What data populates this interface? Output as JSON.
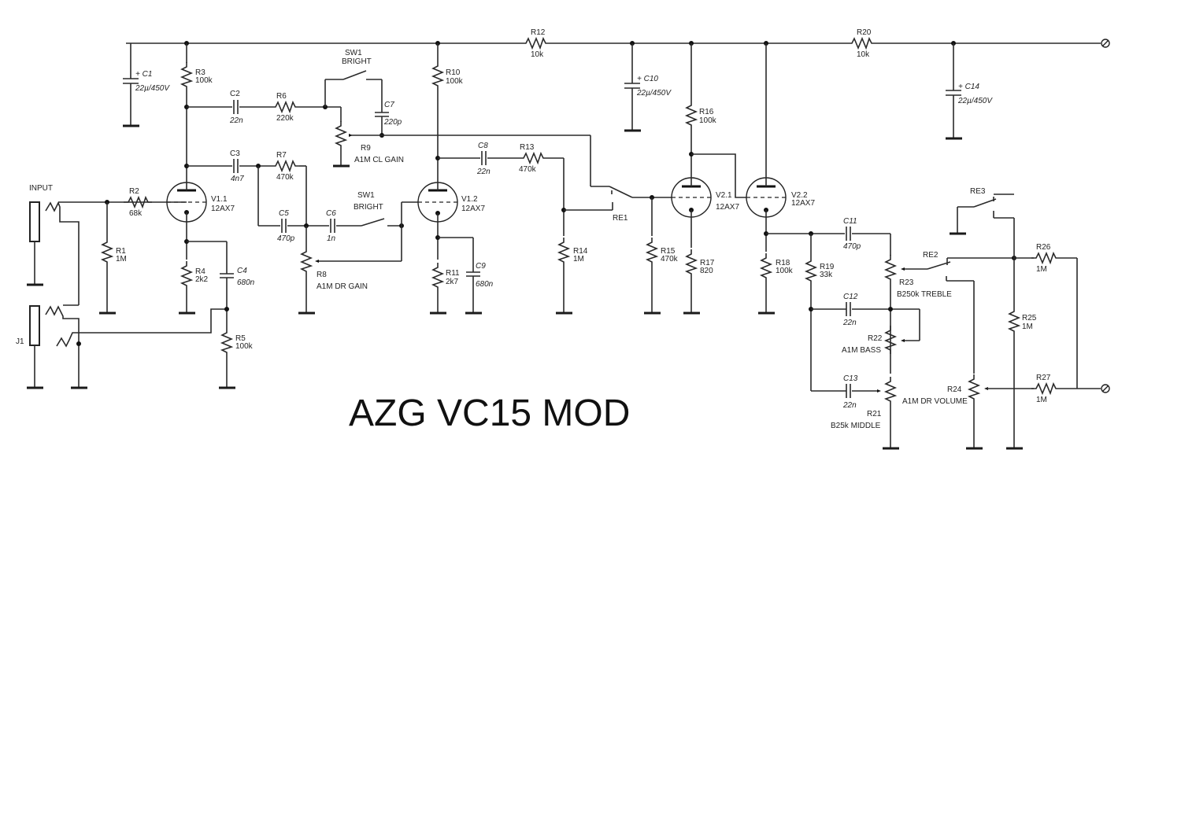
{
  "title": "AZG VC15 MOD",
  "labels": {
    "input": "INPUT",
    "j1": "J1",
    "c1": {
      "name": "C1",
      "value": "22µ/450V"
    },
    "c2": {
      "name": "C2",
      "value": "22n"
    },
    "c3": {
      "name": "C3",
      "value": "4n7"
    },
    "c4": {
      "name": "C4",
      "value": "680n"
    },
    "c5": {
      "name": "C5",
      "value": "470p"
    },
    "c6": {
      "name": "C6",
      "value": "1n"
    },
    "c7": {
      "name": "C7",
      "value": "220p"
    },
    "c8": {
      "name": "C8",
      "value": "22n"
    },
    "c9": {
      "name": "C9",
      "value": "680n"
    },
    "c10": {
      "name": "C10",
      "value": "22µ/450V"
    },
    "c11": {
      "name": "C11",
      "value": "470p"
    },
    "c12": {
      "name": "C12",
      "value": "22n"
    },
    "c13": {
      "name": "C13",
      "value": "22n"
    },
    "c14": {
      "name": "C14",
      "value": "22µ/450V"
    },
    "r1": {
      "name": "R1",
      "value": "1M"
    },
    "r2": {
      "name": "R2",
      "value": "68k"
    },
    "r3": {
      "name": "R3",
      "value": "100k"
    },
    "r4": {
      "name": "R4",
      "value": "2k2"
    },
    "r5": {
      "name": "R5",
      "value": "100k"
    },
    "r6": {
      "name": "R6",
      "value": "220k"
    },
    "r7": {
      "name": "R7",
      "value": "470k"
    },
    "r8": {
      "name": "R8",
      "value": "A1M DR GAIN"
    },
    "r9": {
      "name": "R9",
      "value": "A1M CL GAIN"
    },
    "r10": {
      "name": "R10",
      "value": "100k"
    },
    "r11": {
      "name": "R11",
      "value": "2k7"
    },
    "r12": {
      "name": "R12",
      "value": "10k"
    },
    "r13": {
      "name": "R13",
      "value": "470k"
    },
    "r14": {
      "name": "R14",
      "value": "1M"
    },
    "r15": {
      "name": "R15",
      "value": "470k"
    },
    "r16": {
      "name": "R16",
      "value": "100k"
    },
    "r17": {
      "name": "R17",
      "value": "820"
    },
    "r18": {
      "name": "R18",
      "value": "100k"
    },
    "r19": {
      "name": "R19",
      "value": "33k"
    },
    "r20": {
      "name": "R20",
      "value": "10k"
    },
    "r21": {
      "name": "R21",
      "value": "B25k MIDDLE"
    },
    "r22": {
      "name": "R22",
      "value": "A1M BASS"
    },
    "r23": {
      "name": "R23",
      "value": "B250k TREBLE"
    },
    "r24": {
      "name": "R24",
      "value": "A1M DR VOLUME"
    },
    "r25": {
      "name": "R25",
      "value": "1M"
    },
    "r26": {
      "name": "R26",
      "value": "1M"
    },
    "r27": {
      "name": "R27",
      "value": "1M"
    },
    "v11": {
      "name": "V1.1",
      "type": "12AX7"
    },
    "v12": {
      "name": "V1.2",
      "type": "12AX7"
    },
    "v21": {
      "name": "V2.1",
      "type": "12AX7"
    },
    "v22": {
      "name": "V2.2",
      "type": "12AX7"
    },
    "sw1a": {
      "name": "SW1",
      "function": "BRIGHT"
    },
    "sw1b": {
      "name": "SW1",
      "function": "BRIGHT"
    },
    "re1": "RE1",
    "re2": "RE2",
    "re3": "RE3"
  }
}
